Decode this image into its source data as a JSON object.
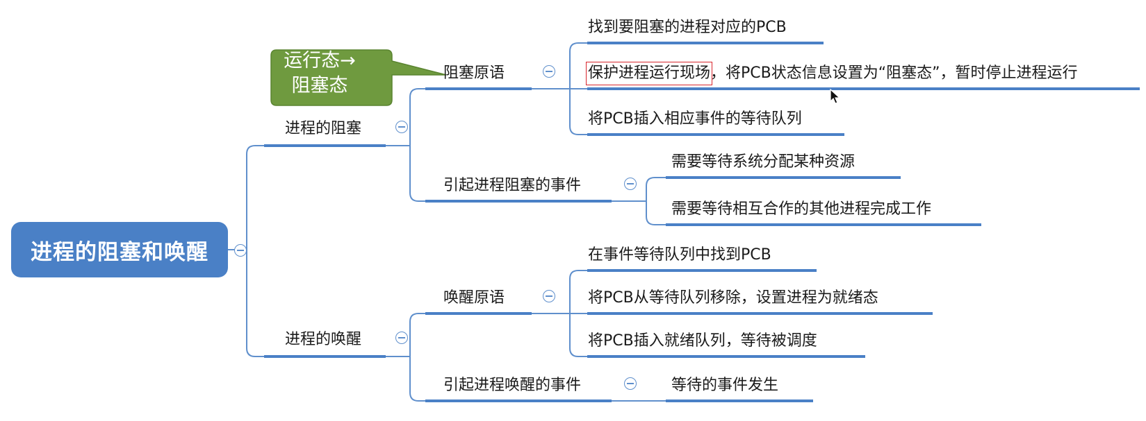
{
  "root": {
    "label": "进程的阻塞和唤醒"
  },
  "callout": {
    "line1": "运行态→",
    "line2": "阻塞态",
    "color": "#6f9a3f"
  },
  "blocking": {
    "label": "进程的阻塞",
    "primitive": {
      "label": "阻塞原语",
      "steps": [
        {
          "label": "找到要阻塞的进程对应的PCB"
        },
        {
          "highlight": "保护进程运行现场",
          "rest": "，将PCB状态信息设置为“阻塞态”，暂时停止进程运行"
        },
        {
          "label": "将PCB插入相应事件的等待队列"
        }
      ]
    },
    "events": {
      "label": "引起进程阻塞的事件",
      "items": [
        {
          "label": "需要等待系统分配某种资源"
        },
        {
          "label": "需要等待相互合作的其他进程完成工作"
        }
      ]
    }
  },
  "wakeup": {
    "label": "进程的唤醒",
    "primitive": {
      "label": "唤醒原语",
      "steps": [
        {
          "label": "在事件等待队列中找到PCB"
        },
        {
          "label": "将PCB从等待队列移除，设置进程为就绪态"
        },
        {
          "label": "将PCB插入就绪队列，等待被调度"
        }
      ]
    },
    "events": {
      "label": "引起进程唤醒的事件",
      "items": [
        {
          "label": "等待的事件发生"
        }
      ]
    }
  },
  "colors": {
    "root_fill": "#4a80c6",
    "link": "#5f8fcc",
    "underline": "#4a80c6",
    "highlight_border": "#d9252c"
  }
}
